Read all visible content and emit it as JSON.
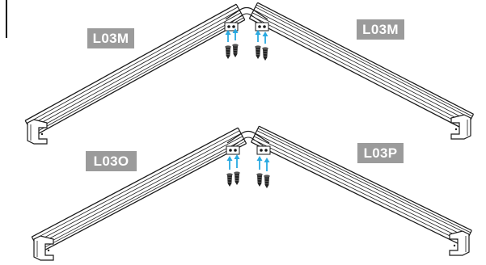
{
  "assemblies": [
    {
      "name": "top",
      "left_part": "L03M",
      "right_part": "L03M"
    },
    {
      "name": "bottom",
      "left_part": "L03O",
      "right_part": "L03P"
    }
  ],
  "colors": {
    "label_background": "#9b9b9b",
    "label_text": "#ffffff",
    "line": "#1a1a1a",
    "arrow": "#29a9e1",
    "screw": "#222222"
  },
  "icons": [
    "screw-icon",
    "arrow-up-icon"
  ]
}
